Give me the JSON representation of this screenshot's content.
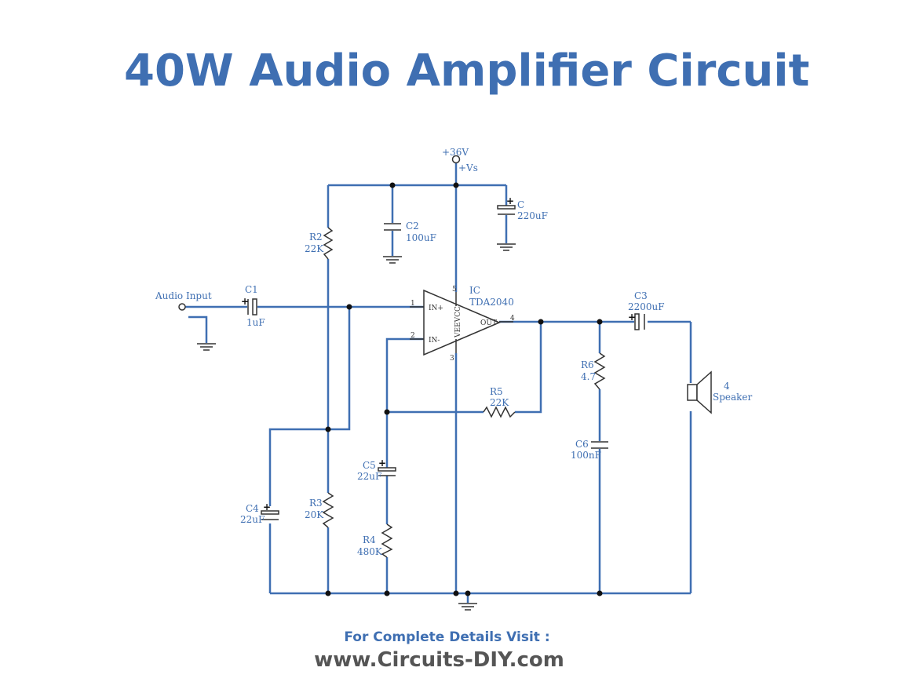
{
  "title": "40W Audio Amplifier Circuit",
  "footer": {
    "line1": "For Complete Details Visit :",
    "line2": "www.Circuits-DIY.com"
  },
  "colors": {
    "accent": "#3f6fb2",
    "wire": "#3f6fb2",
    "symbol": "#333333",
    "footer_url": "#555555"
  },
  "supply": {
    "voltage": "+36V",
    "net": "+Vs"
  },
  "input": {
    "label": "Audio Input"
  },
  "ic": {
    "ref": "IC",
    "part": "TDA2040",
    "in_plus": "IN+",
    "in_minus": "IN-",
    "out": "OUT",
    "supply_label": "VEEVCC",
    "pins": {
      "p1": "1",
      "p2": "2",
      "p3": "3",
      "p4": "4",
      "p5": "5"
    }
  },
  "components": {
    "c": {
      "ref": "C",
      "value": "220uF"
    },
    "c1": {
      "ref": "C1",
      "value": "1uF"
    },
    "c2": {
      "ref": "C2",
      "value": "100uF"
    },
    "c3": {
      "ref": "C3",
      "value": "2200uF"
    },
    "c4": {
      "ref": "C4",
      "value": "22uF"
    },
    "c5": {
      "ref": "C5",
      "value": "22uF"
    },
    "c6": {
      "ref": "C6",
      "value": "100nF"
    },
    "r2": {
      "ref": "R2",
      "value": "22K"
    },
    "r3": {
      "ref": "R3",
      "value": "20K"
    },
    "r4": {
      "ref": "R4",
      "value": "480K"
    },
    "r5": {
      "ref": "R5",
      "value": "22K"
    },
    "r6": {
      "ref": "R6",
      "value": "4.7"
    },
    "speaker": {
      "ref": "4",
      "value": "Speaker"
    }
  }
}
